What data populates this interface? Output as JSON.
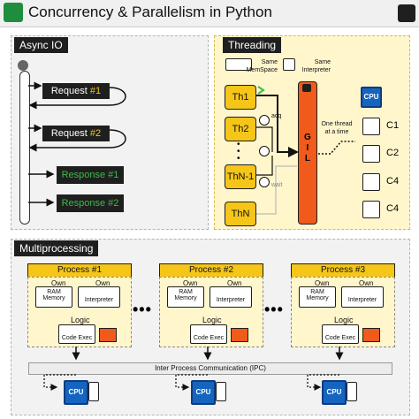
{
  "title": "Concurrency & Parallelism in Python",
  "asyncio": {
    "title": "Async IO",
    "items": [
      {
        "prefix": "Request ",
        "num": "#1"
      },
      {
        "prefix": "Request ",
        "num": "#2"
      },
      {
        "label": "Response #1"
      },
      {
        "label": "Response #2"
      }
    ]
  },
  "threading": {
    "title": "Threading",
    "same_memspace": "Same\nMemSpace",
    "same_interpreter": "Same\nInterpreter",
    "threads": [
      "Th1",
      "Th2",
      "•\n•\n•",
      "ThN-1",
      "ThN"
    ],
    "acq": "acq",
    "wait": "wait",
    "gil": "G\nI\nL",
    "one_thread": "One thread\nat a time",
    "cpu": "CPU",
    "cores": [
      "C1",
      "C2",
      "C4",
      "C4"
    ]
  },
  "multiprocessing": {
    "title": "Multiprocessing",
    "processes": [
      {
        "name": "Process #1"
      },
      {
        "name": "Process #2"
      },
      {
        "name": "Process #3"
      }
    ],
    "own": "Own",
    "ram": "RAM",
    "memory": "Memory",
    "interpreter": "Interpreter",
    "logic": "Logic",
    "code_exec": "Code Exec",
    "ipc": "Inter Process Communication (IPC)",
    "cpu": "CPU"
  },
  "colors": {
    "accent": "#f5c518",
    "lock": "#f05a1a",
    "dark": "#1f1f1f",
    "cpu": "#1565c0",
    "green": "#3dbb48"
  }
}
